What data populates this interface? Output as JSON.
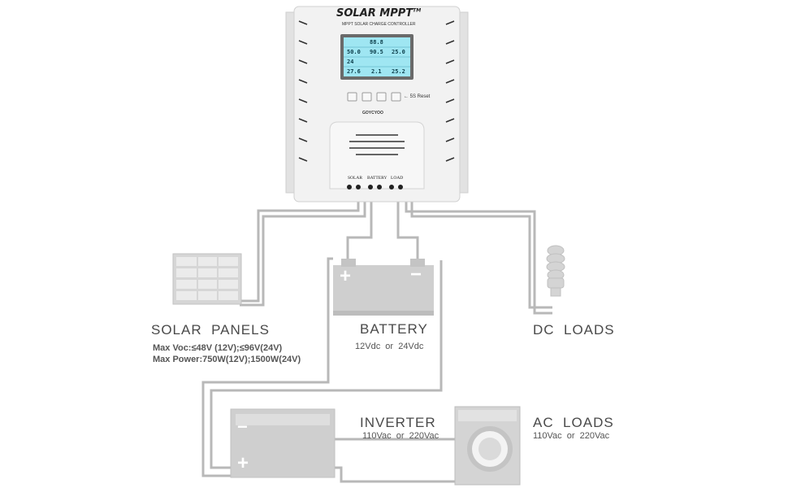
{
  "controller": {
    "brand": "SOLAR MPPT",
    "trademark": "TM",
    "subtitle": "MPPT SOLAR CHARGE CONTROLLER",
    "maker": "GOYCYOO",
    "reset_hint": "← 5S Reset",
    "terminals": {
      "solar": "SOLAR",
      "battery": "BATTERY",
      "load": "LOAD"
    },
    "lcd": {
      "row1": [
        "88.8",
        ""
      ],
      "row2": [
        "50.0",
        "90.5",
        "25.0"
      ],
      "row3": [
        "24",
        "",
        ""
      ],
      "row4": [
        "27.6",
        "2.1",
        "25.2"
      ]
    }
  },
  "components": {
    "solar": {
      "title": "SOLAR  PANELS",
      "spec1": "Max Voc:≤48V (12V);≤96V(24V)",
      "spec2": "Max Power:750W(12V);1500W(24V)"
    },
    "battery": {
      "title": "BATTERY",
      "spec": "12Vdc  or  24Vdc",
      "plus": "+",
      "minus": "−"
    },
    "dc_loads": {
      "title": "DC  LOADS"
    },
    "inverter": {
      "title": "INVERTER",
      "spec": "110Vac  or  220Vac",
      "plus": "+",
      "minus": "−"
    },
    "ac_loads": {
      "title": "AC  LOADS",
      "spec": "110Vac  or  220Vac"
    }
  },
  "colors": {
    "wire": "#b5b5b5",
    "device": "#c8c8c8",
    "case": "#f1f1f1",
    "lcd": "#9fe6f2"
  }
}
